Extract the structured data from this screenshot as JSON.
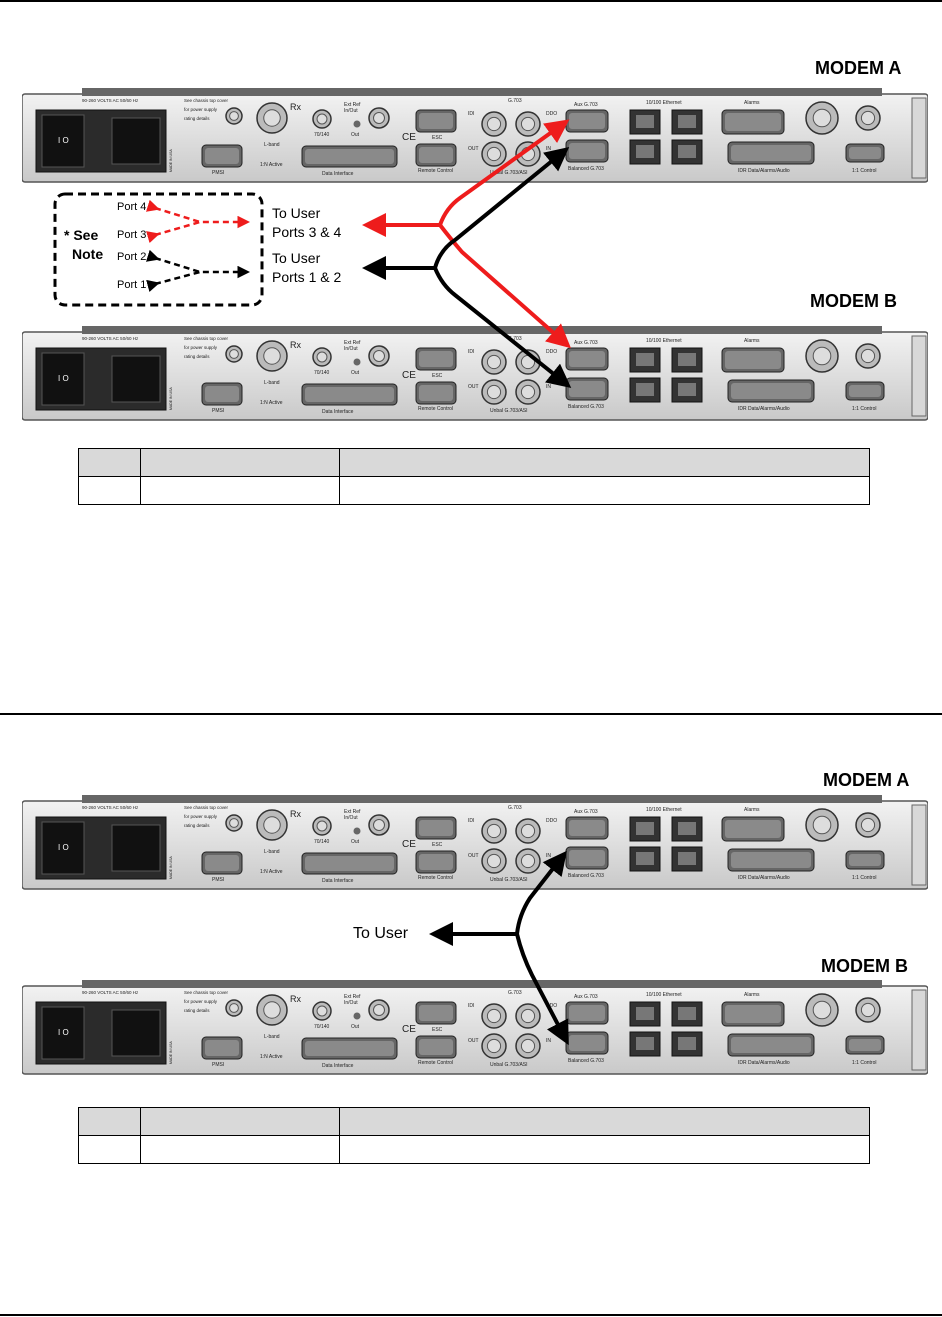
{
  "figure1": {
    "modem_a": "MODEM A",
    "modem_b": "MODEM B",
    "note": [
      "* See",
      "Note"
    ],
    "ports": [
      "Port 4",
      "Port 3",
      "Port 2",
      "Port 1"
    ],
    "to_user_34": [
      "To User",
      "Ports 3 & 4"
    ],
    "to_user_12": [
      "To User",
      "Ports 1 & 2"
    ],
    "colors": {
      "red": "#ee1c1c",
      "black": "#000000"
    }
  },
  "figure2": {
    "modem_a": "MODEM A",
    "modem_b": "MODEM B",
    "to_user": "To User"
  },
  "panel_labels": {
    "power": "90-260 VOLTS AC 50/60 Hz",
    "chassis_note": [
      "See chassis top cover",
      "for power supply",
      "rating details"
    ],
    "made_in": "MADE IN USA",
    "lband": "L-band",
    "rx": "Rx",
    "if": "70/140",
    "ext_ref": [
      "Ext Ref",
      "In/Out"
    ],
    "out": "Out",
    "pmsi": "PMSI",
    "active": "1:N Active",
    "data_interface": "Data Interface",
    "esc": "ESC",
    "remote": "Remote Control",
    "idi": "IDI",
    "g703": "G.703",
    "ddo": "DDO",
    "out2": "OUT",
    "in": "IN",
    "unbal": "Unbal G.703/ASI",
    "aux": "Aux G.703",
    "balanced": "Balanced G.703",
    "ethernet": "10/100 Ethernet",
    "alarms": "Alarms",
    "idr": "IDR Data/Alarms/Audio",
    "control": "1:1 Control"
  },
  "tables": [
    {
      "header": [
        "",
        "",
        ""
      ],
      "rows": [
        [
          "",
          "",
          ""
        ]
      ]
    },
    {
      "header": [
        "",
        "",
        ""
      ],
      "rows": [
        [
          "",
          "",
          ""
        ]
      ]
    }
  ]
}
